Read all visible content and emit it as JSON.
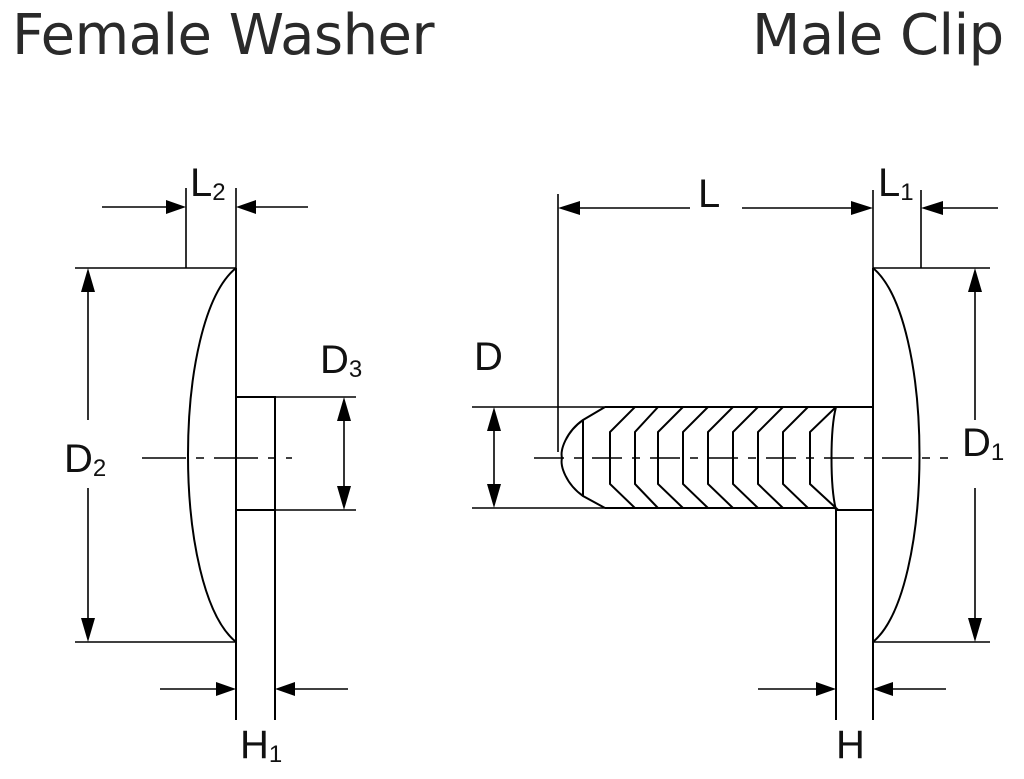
{
  "titles": {
    "left": "Female Washer",
    "right": "Male Clip"
  },
  "dimension_labels": {
    "L2": {
      "main": "L",
      "sub": "2"
    },
    "D2": {
      "main": "D",
      "sub": "2"
    },
    "D3": {
      "main": "D",
      "sub": "3"
    },
    "H1": {
      "main": "H",
      "sub": "1"
    },
    "L": {
      "main": "L"
    },
    "L1": {
      "main": "L",
      "sub": "1"
    },
    "D": {
      "main": "D"
    },
    "D1": {
      "main": "D",
      "sub": "1"
    },
    "H": {
      "main": "H"
    }
  }
}
